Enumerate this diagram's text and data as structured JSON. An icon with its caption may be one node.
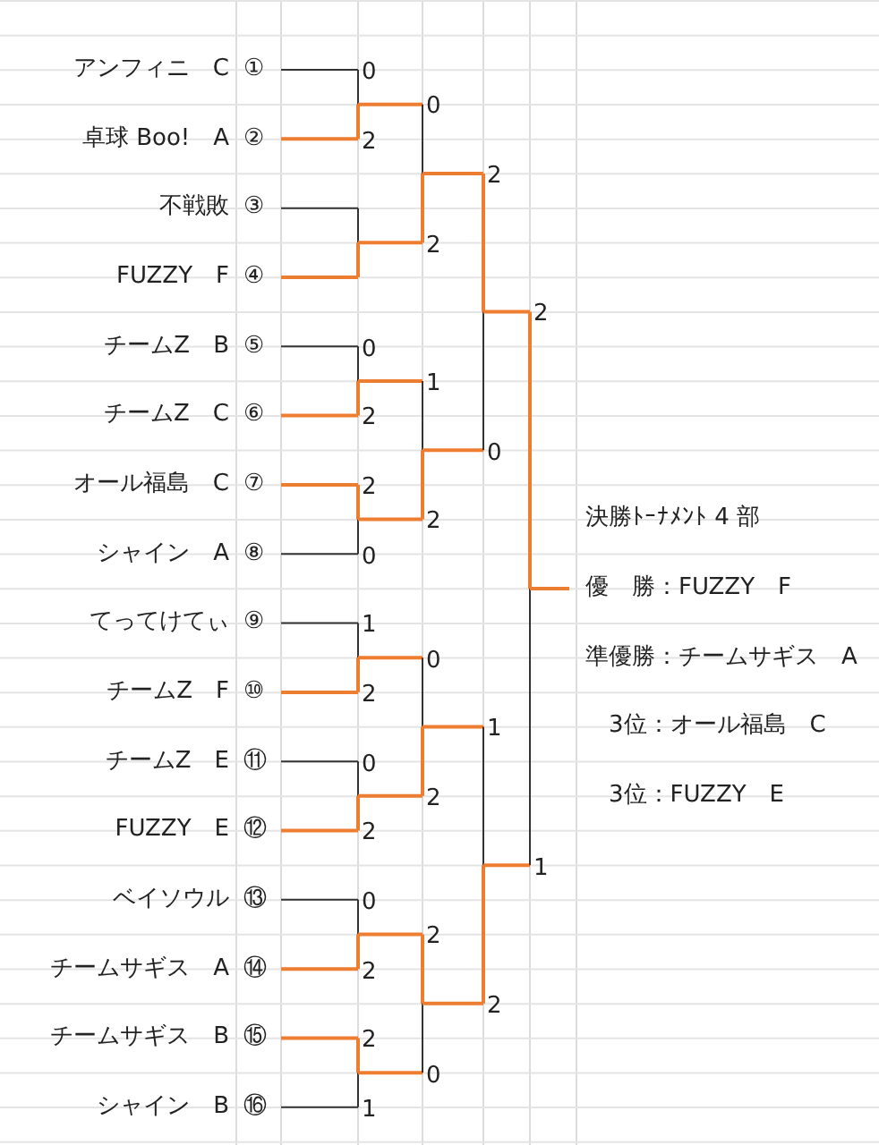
{
  "diagram": {
    "labels": [
      "アンフィニ　C",
      "①",
      "卓球 Boo!　A",
      "②",
      "不戦敗",
      "③",
      "FUZZY　F",
      "④",
      "チームZ　B",
      "⑤",
      "チームZ　C",
      "⑥",
      "オール福島　C",
      "⑦",
      "シャイン　A",
      "⑧",
      "てってけてぃ",
      "⑨",
      "チームZ　F",
      "⑩",
      "チームZ　E",
      "⑪",
      "FUZZY　E",
      "⑫",
      "ベイソウル",
      "⑬",
      "チームサギス　A",
      "⑭",
      "チームサギス　B",
      "⑮",
      "シャイン　B",
      "⑯",
      "0",
      "2",
      "0",
      "2",
      "2",
      "0",
      "1",
      "2",
      "0",
      "2",
      "0",
      "2",
      "2",
      "1",
      "0",
      "2",
      "1",
      "2",
      "0",
      "2",
      "2",
      "0",
      "2",
      "0",
      "1",
      "2",
      "2",
      "1",
      "決勝ﾄｰﾅﾒﾝﾄ 4 部",
      "優　勝：FUZZY　F",
      "準優勝：チームサギス　A",
      "3位：オール福島　C",
      "3位：FUZZY　E"
    ]
  }
}
